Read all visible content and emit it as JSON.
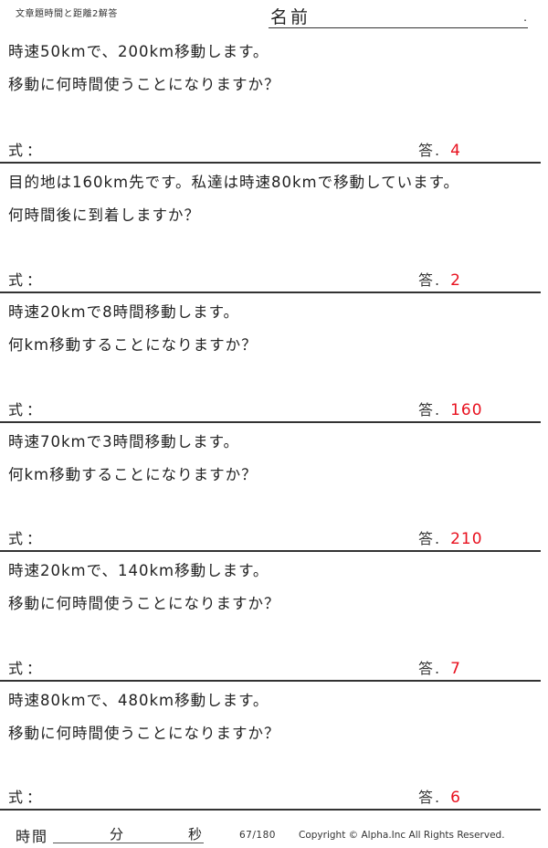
{
  "header": {
    "title": "文章題時間と距離2解答",
    "name_label": "名前",
    "name_dot": "."
  },
  "labels": {
    "formula": "式：",
    "answer": "答."
  },
  "answer_color": "#e8101e",
  "problems": [
    {
      "line1": "時速50kmで、200km移動します。",
      "line2": "移動に何時間使うことになりますか？",
      "answer": "4"
    },
    {
      "line1": "目的地は160km先です。私達は時速80kmで移動しています。",
      "line2": "何時間後に到着しますか？",
      "answer": "2"
    },
    {
      "line1": "時速20kmで8時間移動します。",
      "line2": "何km移動することになりますか？",
      "answer": "160"
    },
    {
      "line1": "時速70kmで3時間移動します。",
      "line2": "何km移動することになりますか？",
      "answer": "210"
    },
    {
      "line1": "時速20kmで、140km移動します。",
      "line2": "移動に何時間使うことになりますか？",
      "answer": "7"
    },
    {
      "line1": "時速80kmで、480km移動します。",
      "line2": "移動に何時間使うことになりますか？",
      "answer": "6"
    }
  ],
  "footer": {
    "time_label": "時間",
    "minutes_label": "分",
    "seconds_label": "秒",
    "page": "67/180",
    "copyright": "Copyright ©  Alpha.Inc All Rights Reserved."
  }
}
